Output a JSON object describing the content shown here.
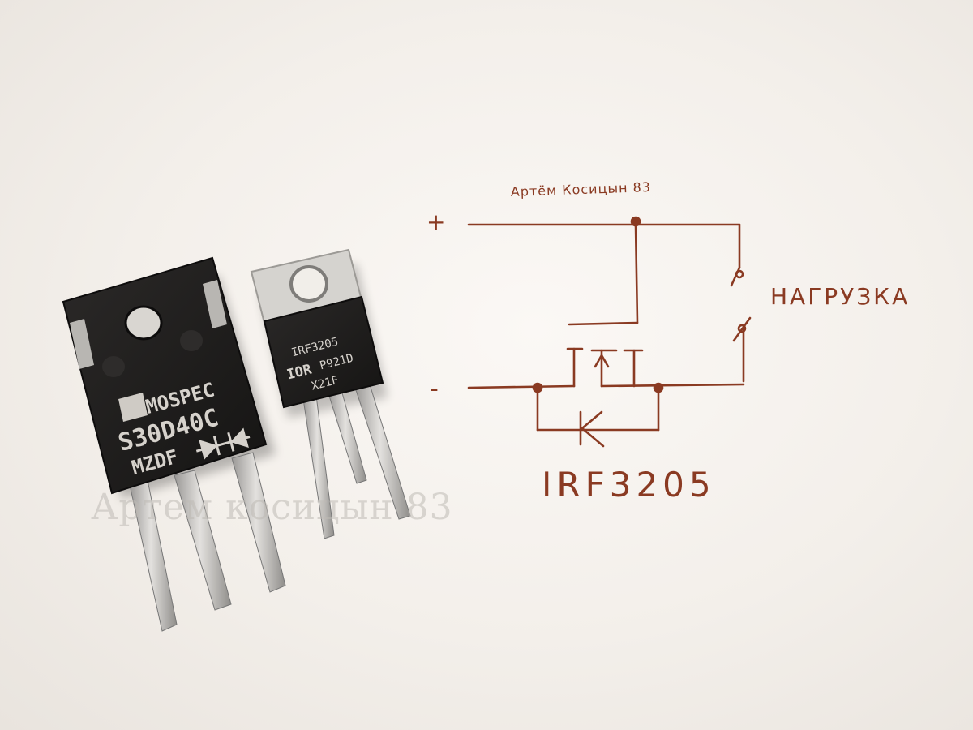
{
  "photo": {
    "watermark": "Артем косицын 83",
    "colors": {
      "paper": "#f6f2ee",
      "ink": "#8a3a22",
      "chip_body": "#1f1d1c",
      "metal": "#c9c7c4",
      "print": "#d6d2cc"
    }
  },
  "diode_chip": {
    "brand": "MOSPEC",
    "part": "S30D40C",
    "code": "MZDF"
  },
  "mosfet_chip": {
    "part": "IRF3205",
    "brand": "IOR",
    "lot": "P921D",
    "code": "X21F"
  },
  "sketch": {
    "author": "Артём Косицын 83",
    "plus": "+",
    "minus": "-",
    "load_label": "НАГРУЗКА",
    "part_label": "IRF3205"
  }
}
